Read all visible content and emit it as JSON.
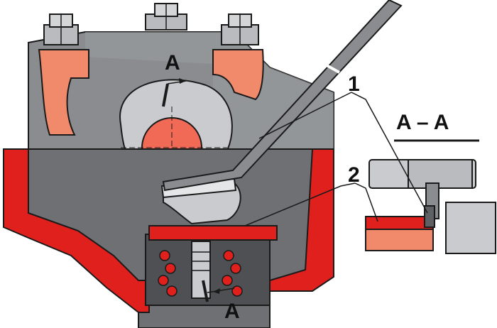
{
  "labels": {
    "callout_1": "1",
    "callout_2": "2",
    "section_mark_top": "A",
    "section_mark_bottom": "A",
    "section_title": "A – A"
  },
  "colors": {
    "housing_gray": "#8a8c90",
    "dark_gray": "#5e6064",
    "light_gray": "#c9cbce",
    "highlight_red": "#e0201c",
    "salmon": "#f08a6a",
    "outline": "#1a1a1a"
  }
}
